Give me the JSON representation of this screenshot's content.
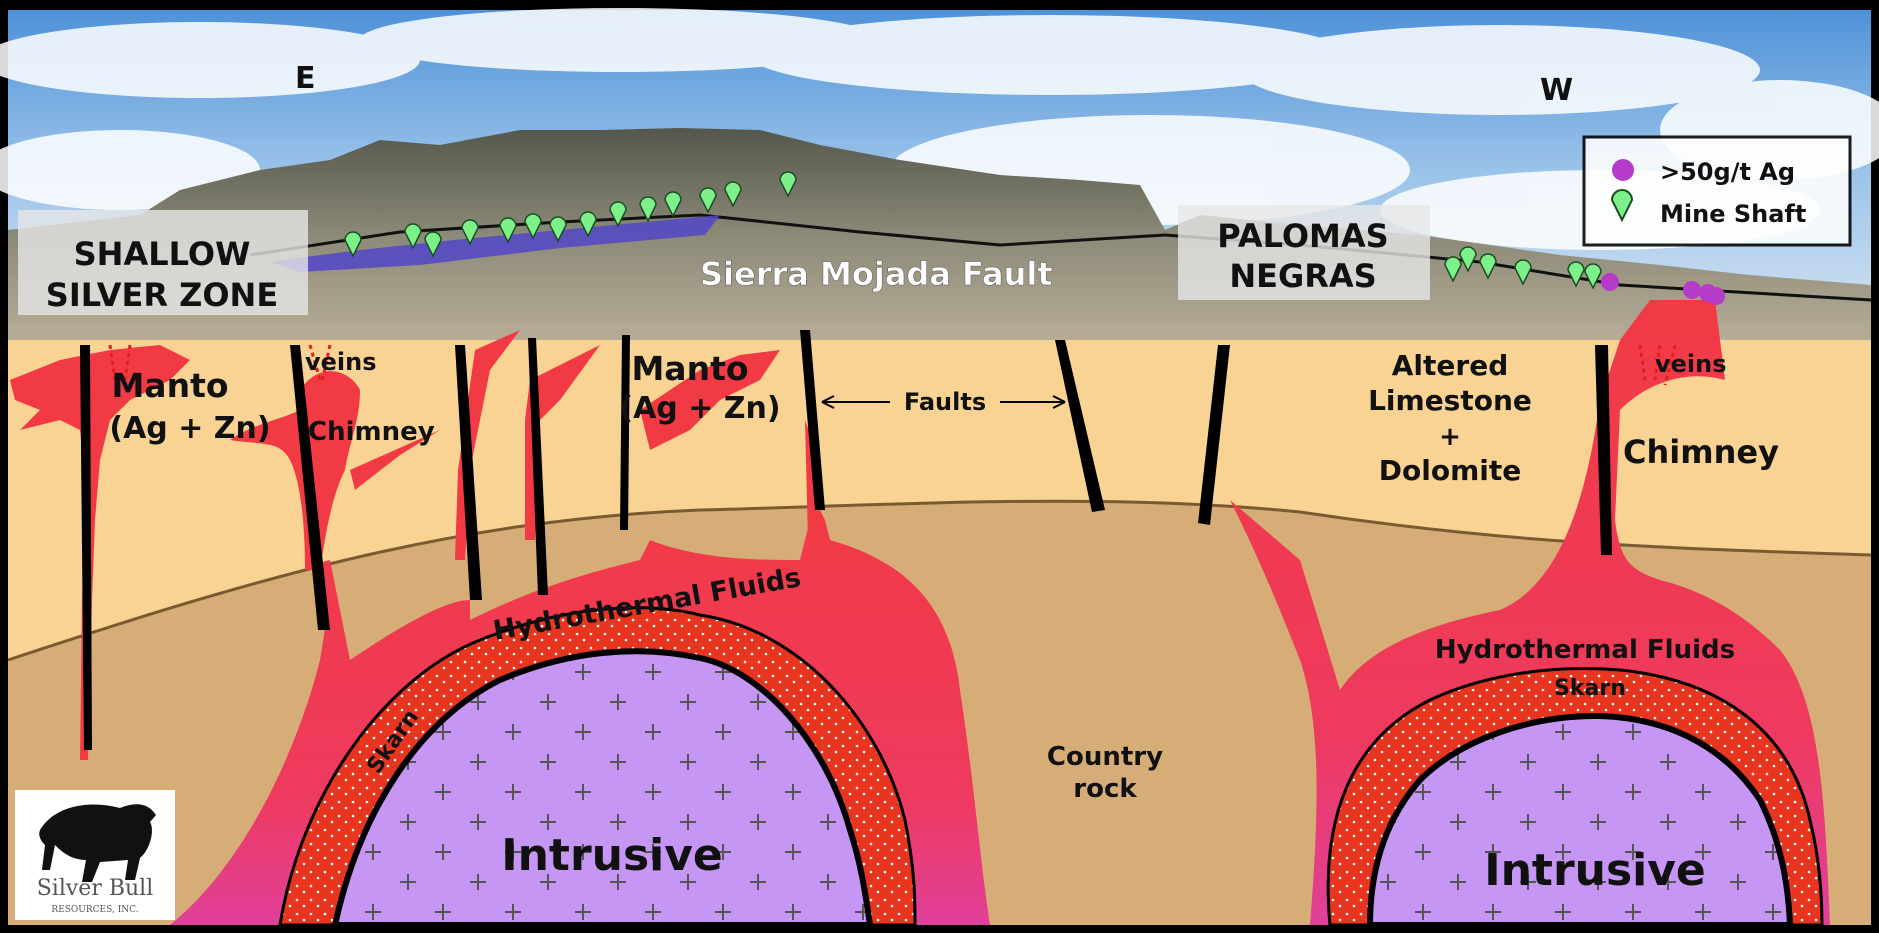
{
  "directions": {
    "east": "E",
    "west": "W"
  },
  "zones": {
    "shallow_line1": "SHALLOW",
    "shallow_line2": "SILVER ZONE",
    "palomas_line1": "PALOMAS",
    "palomas_line2": "NEGRAS"
  },
  "fault_name": "Sierra Mojada Fault",
  "legend": {
    "items": [
      {
        "label": ">50g/t Ag",
        "icon": "purple-sphere-icon",
        "color": "#b43cc8"
      },
      {
        "label": "Mine Shaft",
        "icon": "green-pin-icon",
        "color": "#7ef08a"
      }
    ]
  },
  "labels": {
    "manto1_line1": "Manto",
    "manto1_line2": "(Ag + Zn)",
    "veins_left": "veins",
    "chimney_left": "Chimney",
    "manto2_line1": "Manto",
    "manto2_line2": "(Ag + Zn)",
    "faults": "Faults",
    "altered_line1": "Altered",
    "altered_line2": "Limestone",
    "altered_line3": "+",
    "altered_line4": "Dolomite",
    "veins_right": "veins",
    "chimney_right": "Chimney",
    "hydro_left": "Hydrothermal Fluids",
    "hydro_right": "Hydrothermal Fluids",
    "skarn_left": "Skarn",
    "skarn_right": "Skarn",
    "country_line1": "Country",
    "country_line2": "rock",
    "intrusive_left": "Intrusive",
    "intrusive_right": "Intrusive"
  },
  "logo": {
    "name": "Silver Bull",
    "sub": "RESOURCES, INC."
  },
  "colors": {
    "sky": "#7fb4e6",
    "limestone": "#f8d394",
    "country_rock": "#d6ad76",
    "fluids": "#f23a45",
    "skarn": "#e83a1f",
    "intrusive": "#c696f5"
  }
}
